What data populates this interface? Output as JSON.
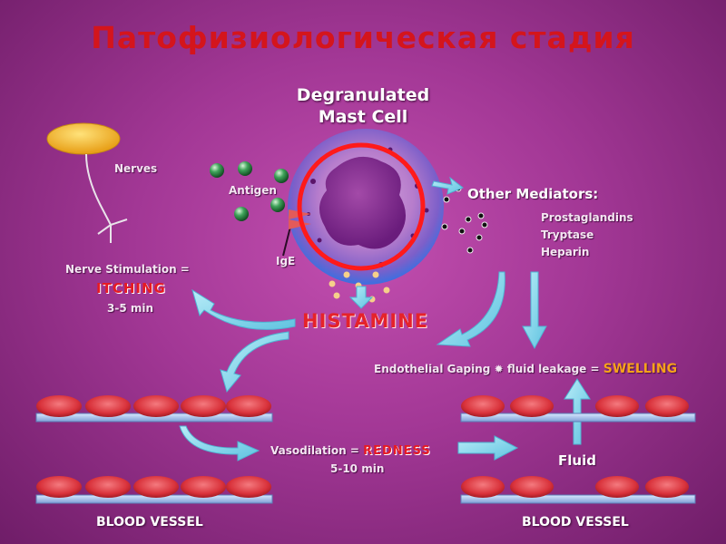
{
  "title": "Патофизиологическая стадия",
  "mast_cell": {
    "line1": "Degranulated",
    "line2": "Mast Cell"
  },
  "labels": {
    "nerves": "Nerves",
    "antigen": "Antigen",
    "ige": "IgE",
    "other_mediators": "Other Mediators:",
    "mediators": [
      "Prostaglandins",
      "Tryptase",
      "Heparin"
    ],
    "histamine": "HISTAMINE",
    "nerve_stim": "Nerve Stimulation =",
    "itching": "ITCHING",
    "itching_time": "3-5 min",
    "endothelial": "Endothelial Gaping",
    "fluid_leak": "fluid leakage =",
    "swelling": "SWELLING",
    "vasodilation": "Vasodilation =",
    "redness": "REDNESS",
    "redness_time": "5-10 min",
    "fluid": "Fluid",
    "blood_vessel_left": "BLOOD VESSEL",
    "blood_vessel_right": "BLOOD VESSEL"
  },
  "colors": {
    "title": "#d4151c",
    "arrow": "#7fd3ea",
    "cell_red": "#e0303a",
    "highlight_ring": "#ff1a1a",
    "swelling": "#f7a21b"
  }
}
